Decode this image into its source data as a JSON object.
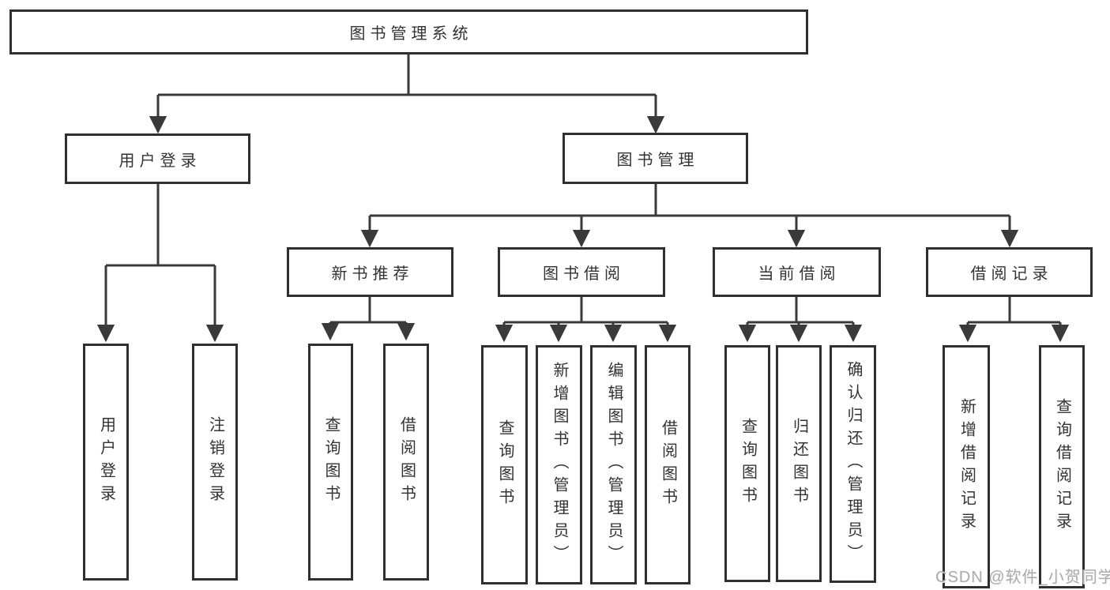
{
  "diagram": {
    "type": "hierarchy-tree",
    "root": {
      "label": "图书管理系统"
    },
    "branches": {
      "user_login": {
        "label": "用户登录",
        "leaves": [
          "用户登录",
          "注销登录"
        ]
      },
      "book_management": {
        "label": "图书管理",
        "groups": {
          "new_book_recommend": {
            "label": "新书推荐",
            "leaves": [
              "查询图书",
              "借阅图书"
            ]
          },
          "book_borrowing": {
            "label": "图书借阅",
            "leaves": [
              "查询图书",
              "新增图书（管理员）",
              "编辑图书（管理员）",
              "借阅图书"
            ]
          },
          "current_borrowing": {
            "label": "当前借阅",
            "leaves": [
              "查询图书",
              "归还图书",
              "确认归还（管理员）"
            ]
          },
          "borrowing_records": {
            "label": "借阅记录",
            "leaves": [
              "新增借阅记录",
              "查询借阅记录"
            ]
          }
        }
      }
    },
    "watermark": "CSDN @软件_小贺同学",
    "colors": {
      "line": "#3a3a3a",
      "box_border": "#2f2f2f",
      "text": "#333333",
      "watermark": "#ababab",
      "background": "#ffffff"
    }
  }
}
